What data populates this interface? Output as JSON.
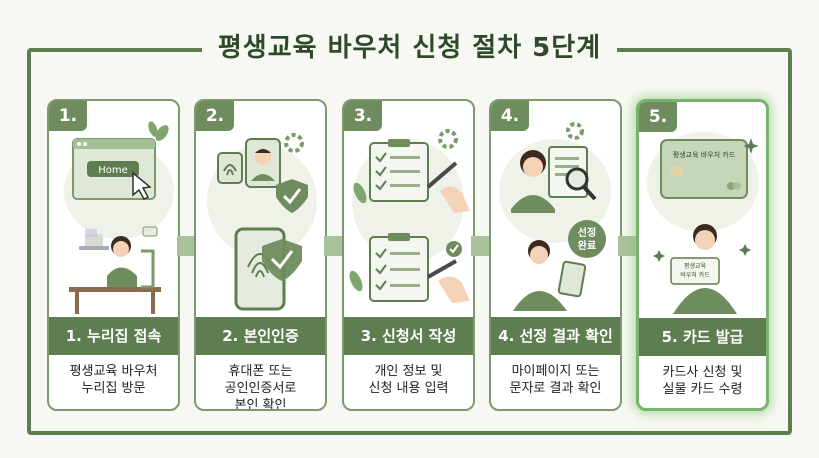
{
  "title": "평생교육 바우처 신청 절차 5단계",
  "steps": [
    {
      "number": "1.",
      "label": "1. 누리집 접속",
      "desc": [
        "평생교육 바우처",
        "누리집 방문"
      ],
      "screen_text": "Home"
    },
    {
      "number": "2.",
      "label": "2. 본인인증",
      "desc": [
        "휴대폰 또는",
        "공인인증서로",
        "본인 확인"
      ]
    },
    {
      "number": "3.",
      "label": "3. 신청서 작성",
      "desc": [
        "개인 정보 및",
        "신청 내용 입력"
      ]
    },
    {
      "number": "4.",
      "label": "4. 선정 결과 확인",
      "desc": [
        "마이페이지 또는",
        "문자로 결과 확인"
      ],
      "bubble": [
        "선정",
        "완료"
      ]
    },
    {
      "number": "5.",
      "label": "5. 카드 발급",
      "desc": [
        "카드사 신청 및",
        "실물 카드 수령"
      ],
      "card_text": "평생교육 바우처 카드",
      "sign_text": [
        "평생교육",
        "바우처 카드"
      ]
    }
  ],
  "colors": {
    "frame": "#5e7d50",
    "bar": "#5e7d50",
    "badge": "#6f8c5e",
    "highlight": "#79b26d",
    "title": "#2f4a29"
  }
}
